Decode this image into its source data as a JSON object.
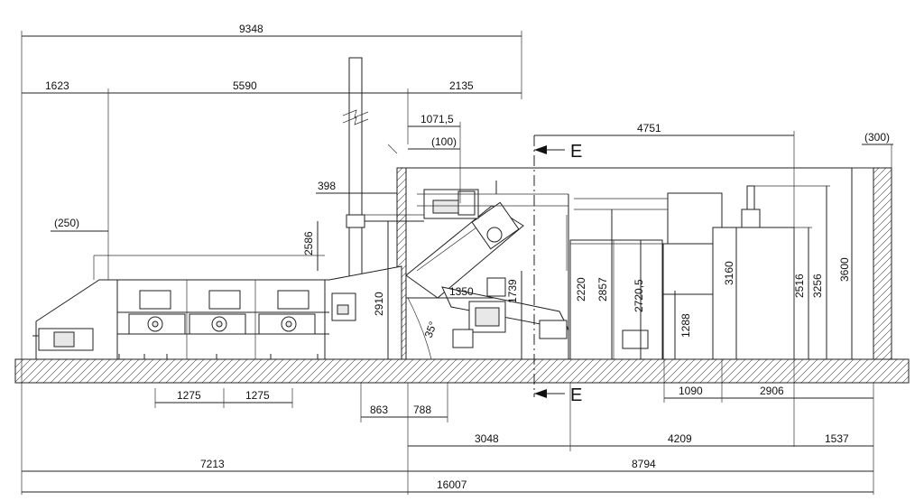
{
  "dimensions": {
    "d9348": "9348",
    "d1623": "1623",
    "d5590": "5590",
    "d2135": "2135",
    "d1071_5": "1071,5",
    "d100": "(100)",
    "d4751": "4751",
    "d300": "(300)",
    "d398": "398",
    "d250": "(250)",
    "d2586": "2586",
    "d2910": "2910",
    "d1350": "1350",
    "d1739": "1739",
    "d35": "35°",
    "d2220": "2220",
    "d2857": "2857",
    "d2720_5": "2720,5",
    "d3160": "3160",
    "d2516": "2516",
    "d3256": "3256",
    "d3600": "3600",
    "d1288": "1288",
    "d1275a": "1275",
    "d1275b": "1275",
    "d863": "863",
    "d788": "788",
    "d1090": "1090",
    "d2906": "2906",
    "d3048": "3048",
    "d4209": "4209",
    "d1537": "1537",
    "d7213": "7213",
    "d8794": "8794",
    "d16007": "16007"
  },
  "section_marks": {
    "top": "E",
    "bottom": "E"
  }
}
